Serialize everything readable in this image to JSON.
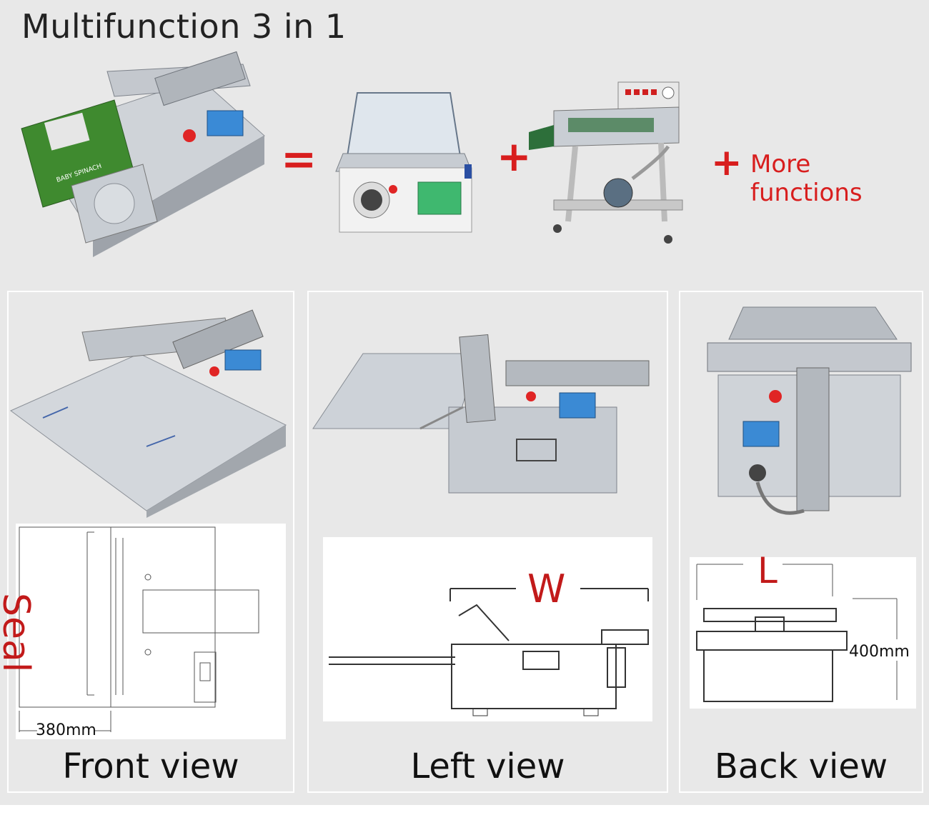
{
  "header": {
    "title": "Multifunction 3 in 1",
    "equals": "=",
    "plus": "+",
    "more_functions": "More functions"
  },
  "views": [
    {
      "caption": "Front view",
      "label": "Seal",
      "dimension": "380mm"
    },
    {
      "caption": "Left view",
      "label": "W"
    },
    {
      "caption": "Back view",
      "label": "L",
      "dimension": "400mm"
    }
  ],
  "colors": {
    "accent_red": "#d81e1e",
    "panel_bg": "#e8e8e8",
    "steel": "#b8bcc2"
  },
  "machine_labels": {
    "bag": "BABY SPINACH"
  }
}
